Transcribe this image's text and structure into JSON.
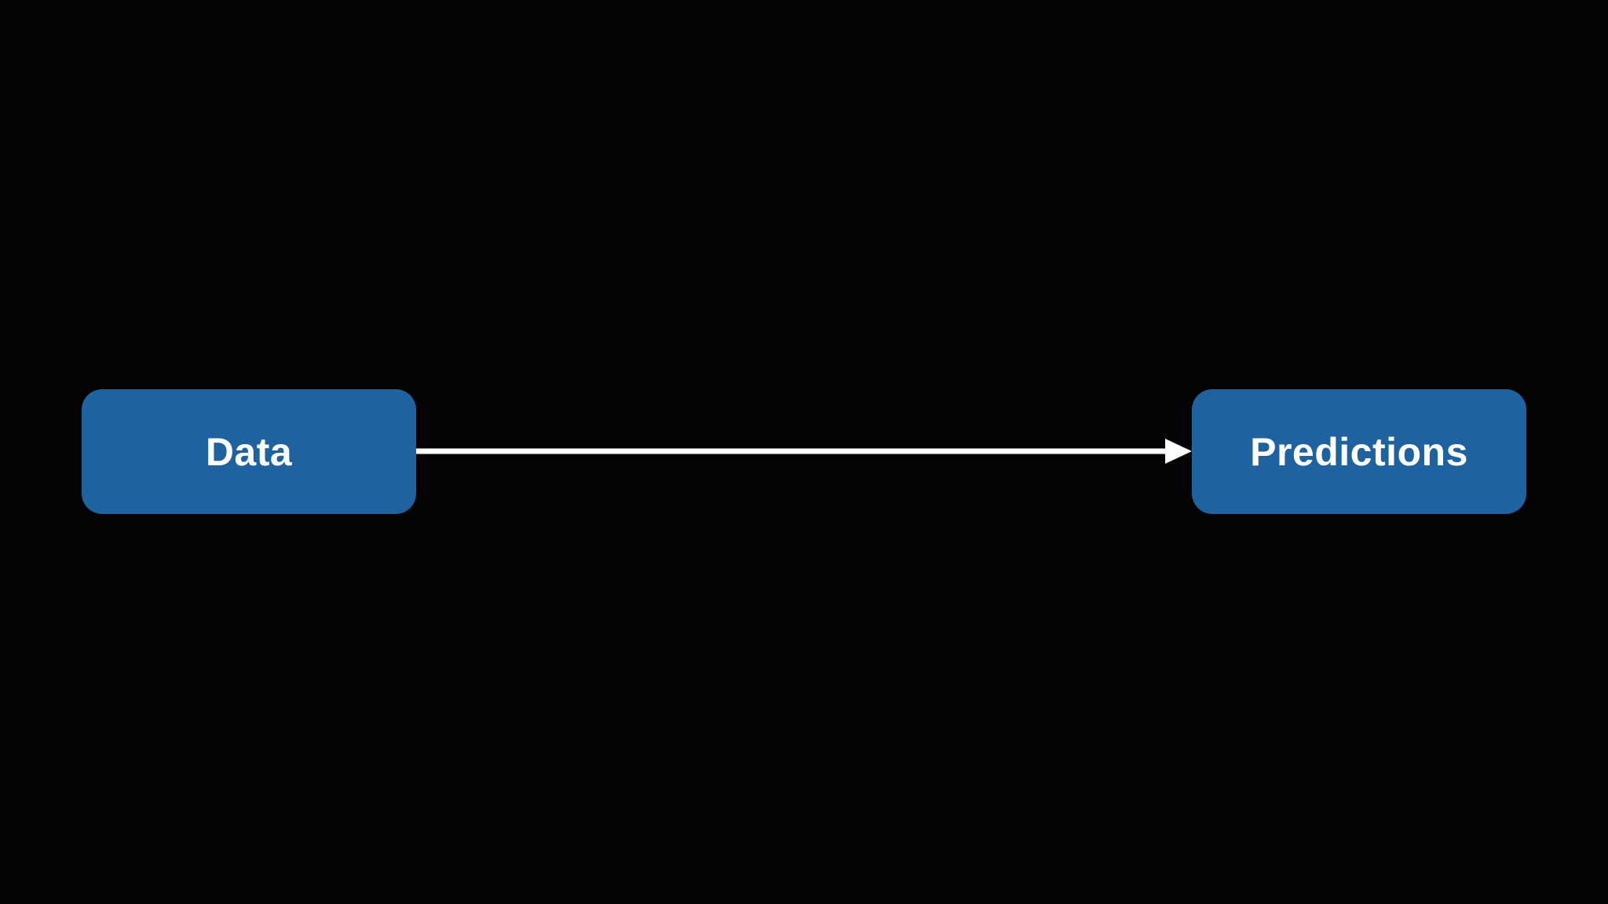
{
  "diagram": {
    "nodes": [
      {
        "id": "data",
        "label": "Data"
      },
      {
        "id": "predictions",
        "label": "Predictions"
      }
    ],
    "edges": [
      {
        "from": "data",
        "to": "predictions",
        "directed": true
      }
    ]
  },
  "colors": {
    "background": "#040304",
    "node_fill": "#1e63a0",
    "node_text": "#ffffff",
    "arrow": "#ffffff"
  }
}
